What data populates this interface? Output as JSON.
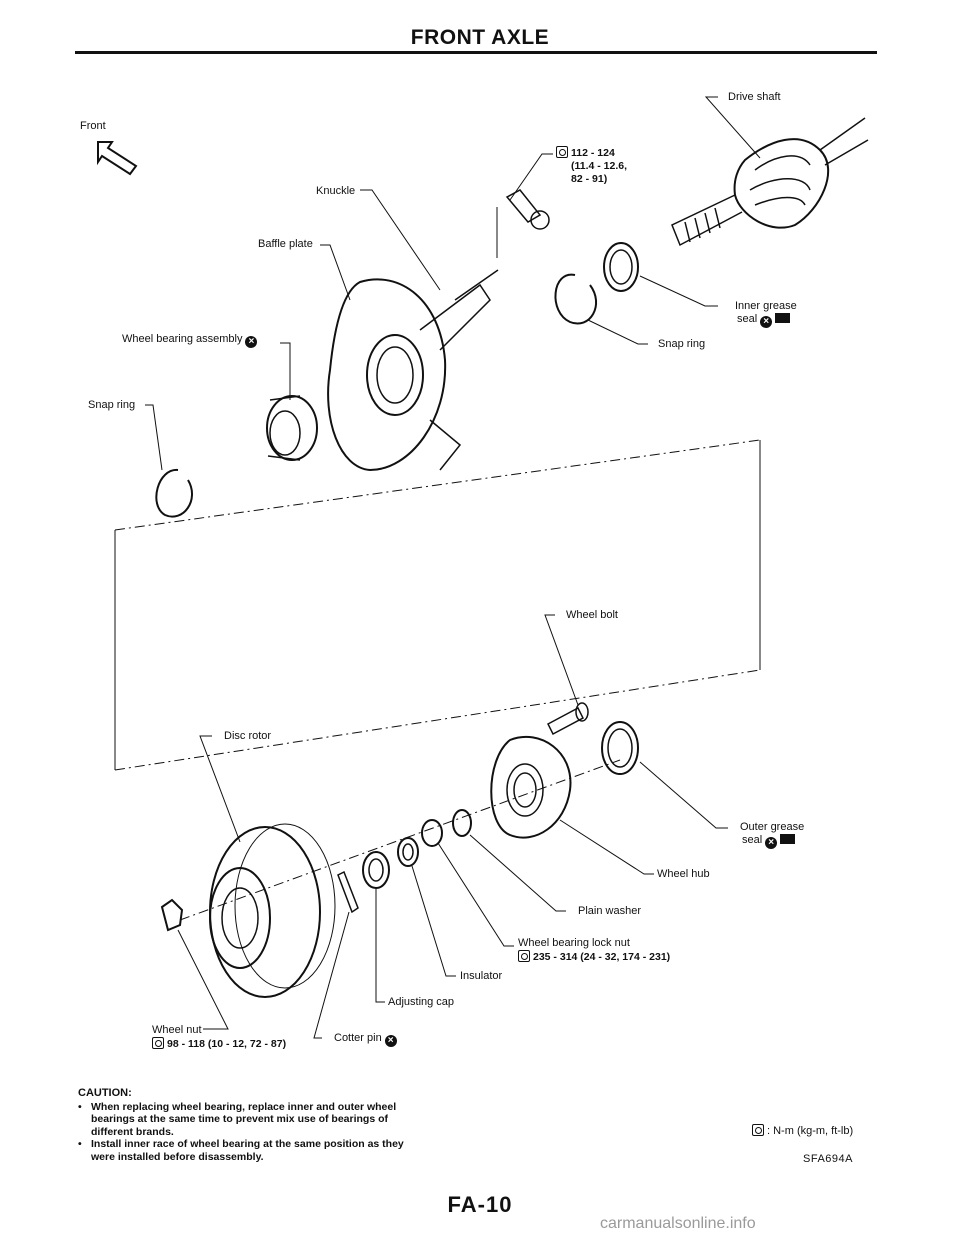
{
  "header": {
    "title": "FRONT AXLE"
  },
  "labels": {
    "front": "Front",
    "drive_shaft": "Drive shaft",
    "knuckle_bolt_torque_1": "112 - 124",
    "knuckle_bolt_torque_2": "(11.4 - 12.6,",
    "knuckle_bolt_torque_3": "82 - 91)",
    "knuckle": "Knuckle",
    "baffle_plate": "Baffle plate",
    "inner_grease_1": "Inner grease",
    "inner_grease_2": "seal",
    "wheel_bearing_assembly": "Wheel bearing assembly",
    "snap_ring_right": "Snap ring",
    "snap_ring_left": "Snap ring",
    "wheel_bolt": "Wheel bolt",
    "disc_rotor": "Disc rotor",
    "outer_grease_1": "Outer grease",
    "outer_grease_2": "seal",
    "wheel_hub": "Wheel hub",
    "plain_washer": "Plain washer",
    "lock_nut": "Wheel bearing lock nut",
    "lock_nut_torque": "235 - 314 (24 - 32, 174 - 231)",
    "insulator": "Insulator",
    "adjusting_cap": "Adjusting cap",
    "wheel_nut": "Wheel nut",
    "wheel_nut_torque": "98  - 118 (10 - 12, 72 - 87)",
    "cotter_pin": "Cotter pin"
  },
  "caution": {
    "heading": "CAUTION:",
    "items": [
      "When replacing wheel bearing, replace inner and outer wheel bearings at the same time to prevent mix use of bearings of different brands.",
      "Install inner race of wheel bearing at the same position as they were installed before disassembly."
    ]
  },
  "legend": {
    "text": ": N-m (kg-m, ft-lb)"
  },
  "figure_code": "SFA694A",
  "page_number": "FA-10",
  "watermark": "carmanualsonline.info"
}
